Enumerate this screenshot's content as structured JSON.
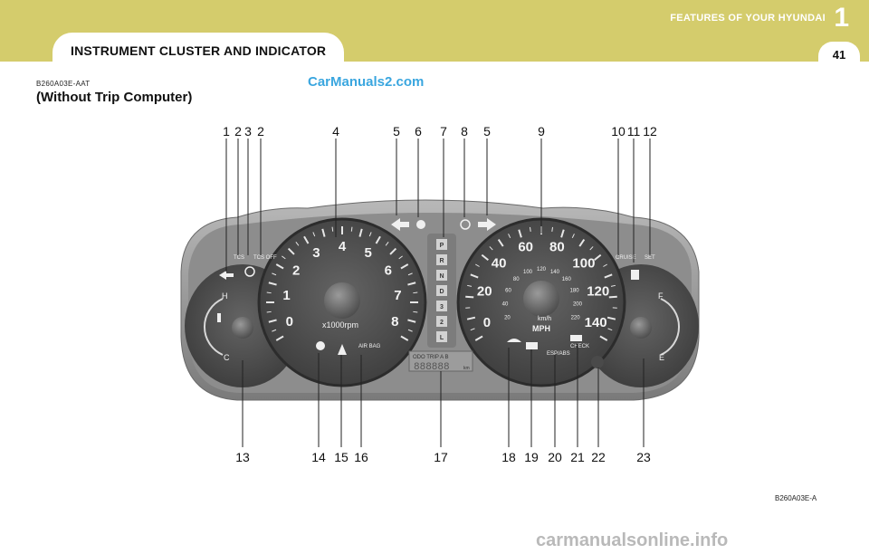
{
  "header": {
    "section_title": "INSTRUMENT CLUSTER AND INDICATOR",
    "chapter_title": "FEATURES OF YOUR HYUNDAI",
    "chapter_number": "1",
    "page_number": "41"
  },
  "content": {
    "code": "B260A03E-AAT",
    "subtitle": "(Without Trip Computer)",
    "figure_code": "B260A03E-A"
  },
  "watermarks": {
    "site": "CarManuals2.com",
    "footer": "carmanualsonline.info"
  },
  "callouts": {
    "top": [
      "1",
      "2",
      "3",
      "2",
      "4",
      "5",
      "6",
      "7",
      "8",
      "5",
      "9",
      "10",
      "11",
      "12"
    ],
    "bottom": [
      "13",
      "14",
      "15",
      "16",
      "17",
      "18",
      "19",
      "20",
      "21",
      "22",
      "23"
    ]
  },
  "cluster": {
    "tach_numbers": [
      "0",
      "1",
      "2",
      "3",
      "4",
      "5",
      "6",
      "7",
      "8"
    ],
    "tach_unit": "x1000rpm",
    "speed_mph": [
      "0",
      "20",
      "40",
      "60",
      "80",
      "100",
      "120",
      "140"
    ],
    "speed_kmh": [
      "20",
      "40",
      "60",
      "80",
      "100",
      "120",
      "140",
      "160",
      "180",
      "200",
      "220"
    ],
    "speed_unit_small": "km/h",
    "speed_unit": "MPH",
    "temp_hot": "H",
    "temp_cold": "C",
    "fuel_full": "F",
    "fuel_empty": "E",
    "gears": [
      "P",
      "R",
      "N",
      "D",
      "3",
      "2",
      "L"
    ],
    "odo_labels": [
      "ODO",
      "TRIP",
      "A",
      "B"
    ],
    "odo_digits": "888888",
    "odo_unit": "km",
    "tcs_label": "TCS",
    "tcs_off_label": "TCS OFF",
    "airbag_label": "AIR BAG",
    "cruise_label": "CRUISE",
    "set_label": "SET",
    "check_label": "CHECK",
    "esp_label": "ESP/ABS"
  },
  "colors": {
    "header_band": "#d4cc6c",
    "watermark_blue": "#3aa6df",
    "dial_face": "#4e4e4e",
    "bezel": "#9b9b9b"
  }
}
